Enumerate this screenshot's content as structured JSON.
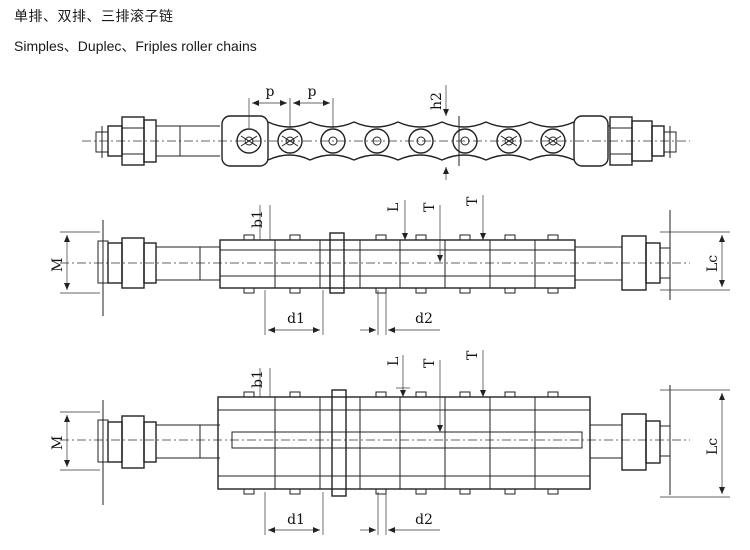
{
  "title_cn": "单排、双排、三排滚子链",
  "title_en": "Simples、Duplec、Friples roller chains",
  "labels": {
    "p": "p",
    "h2": "h2",
    "b1": "b1",
    "L": "L",
    "T": "T",
    "M": "M",
    "Lc": "Lc",
    "d1": "d1",
    "d2": "d2"
  }
}
